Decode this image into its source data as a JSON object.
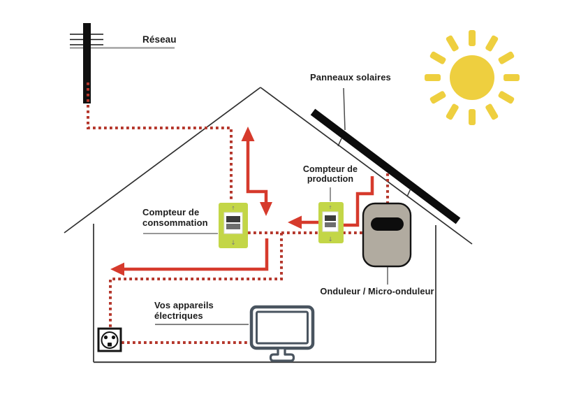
{
  "labels": {
    "reseau": "Réseau",
    "panneaux_solaires": "Panneaux solaires",
    "compteur_production": {
      "line1": "Compteur de",
      "line2": "production"
    },
    "compteur_consommation": {
      "line1": "Compteur de",
      "line2": "consommation"
    },
    "onduleur": "Onduleur / Micro-onduleur",
    "vos_appareils": {
      "line1": "Vos appareils",
      "line2": "électriques"
    },
    "meter_arrow_up": "↑",
    "meter_arrow_down": "↓"
  },
  "colors": {
    "flow_red": "#d63a2c",
    "dotted_red": "#b5372c",
    "meter_green": "#c3d647",
    "sun_yellow": "#eecf3f",
    "inverter_gray": "#b1aba0",
    "monitor_slate": "#49545f",
    "outline_black": "#141414",
    "pointer_gray": "#8a8a8a",
    "text": "#1c1c1c"
  },
  "nodes": [
    {
      "id": "utility-pole",
      "label": "Réseau",
      "icon": "power-pole-icon"
    },
    {
      "id": "sun",
      "label": "",
      "icon": "sun-icon"
    },
    {
      "id": "solar-panel",
      "label": "Panneaux solaires",
      "icon": "solar-panel-icon"
    },
    {
      "id": "production-meter",
      "label": "Compteur de production",
      "icon": "electric-meter-icon"
    },
    {
      "id": "consumption-meter",
      "label": "Compteur de consommation",
      "icon": "electric-meter-icon"
    },
    {
      "id": "inverter",
      "label": "Onduleur / Micro-onduleur",
      "icon": "inverter-icon"
    },
    {
      "id": "wall-outlet",
      "label": "",
      "icon": "power-outlet-icon"
    },
    {
      "id": "computer-monitor",
      "label": "Vos appareils électriques",
      "icon": "monitor-icon"
    }
  ],
  "flows": [
    {
      "from": "utility-pole",
      "to": "consumption-meter",
      "style": "dotted"
    },
    {
      "from": "consumption-meter",
      "to": "production-meter",
      "style": "dotted"
    },
    {
      "from": "production-meter",
      "to": "inverter",
      "style": "dotted"
    },
    {
      "from": "consumption-meter",
      "to": "wall-outlet",
      "style": "dotted"
    },
    {
      "from": "wall-outlet",
      "to": "computer-monitor",
      "style": "dotted"
    },
    {
      "from": "solar-panel",
      "to": "inverter",
      "style": "dotted"
    },
    {
      "from": "solar-panel",
      "to": "production-meter",
      "style": "solid"
    },
    {
      "from": "production-meter",
      "to": "house-interior",
      "style": "solid-arrow"
    },
    {
      "from": "consumption-meter",
      "to": "grid-export",
      "style": "solid-arrow"
    },
    {
      "from": "consumption-meter",
      "to": "appliances",
      "style": "solid-arrow"
    }
  ]
}
